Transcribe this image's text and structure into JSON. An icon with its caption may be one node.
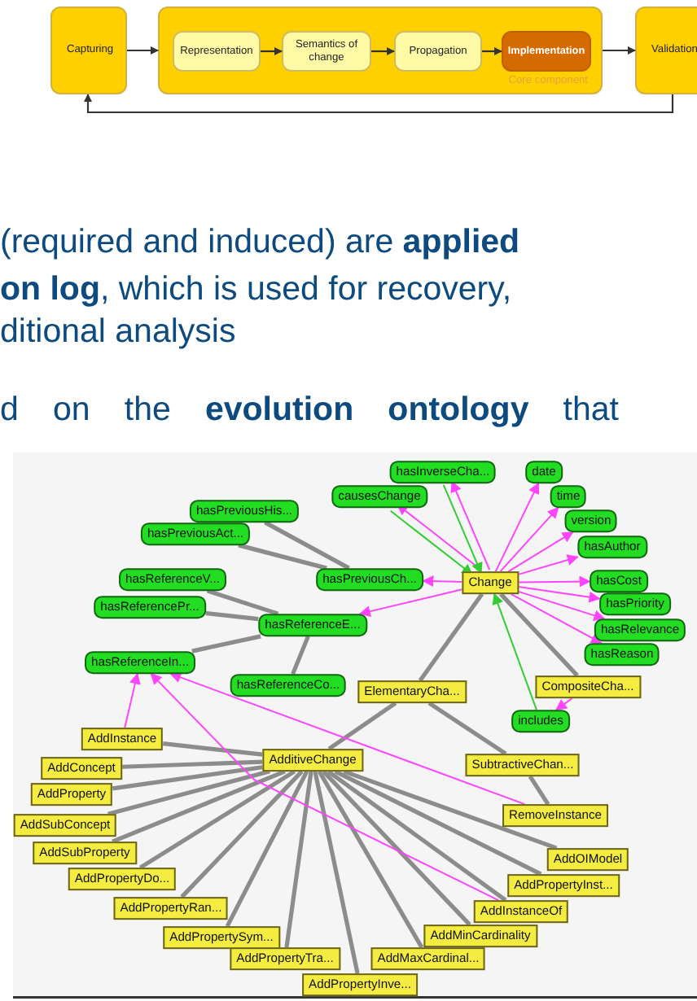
{
  "diagram": {
    "nodes": [
      {
        "text": [
          "Capturing"
        ]
      },
      {
        "text": [
          "Core component"
        ]
      },
      {
        "text": [
          "Representation"
        ],
        "in": 1
      },
      {
        "text": [
          "Semantics of change"
        ],
        "in": 1
      },
      {
        "text": [
          "Propagation"
        ],
        "in": 1
      },
      {
        "text": [
          "Implementation"
        ],
        "in": 1
      },
      {
        "text": [
          "Validation"
        ]
      },
      {
        "text": [
          "hasInverseCha..."
        ]
      },
      {
        "text": [
          "date"
        ]
      },
      {
        "text": [
          "causesChange"
        ]
      },
      {
        "text": [
          "time"
        ]
      },
      {
        "text": [
          "hasPreviousHis..."
        ]
      },
      {
        "text": [
          "version"
        ]
      },
      {
        "text": [
          "hasPreviousAct..."
        ]
      },
      {
        "text": [
          "hasAuthor"
        ]
      },
      {
        "text": [
          "hasReferenceV..."
        ]
      },
      {
        "text": [
          "hasPreviousCh..."
        ]
      },
      {
        "text": [
          "Change"
        ]
      },
      {
        "text": [
          "hasCost"
        ]
      },
      {
        "text": [
          "hasReferencePr..."
        ]
      },
      {
        "text": [
          "hasPriority"
        ]
      },
      {
        "text": [
          "hasReferenceE..."
        ]
      },
      {
        "text": [
          "hasRelevance"
        ]
      },
      {
        "text": [
          "hasReason"
        ]
      },
      {
        "text": [
          "hasReferenceIn..."
        ]
      },
      {
        "text": [
          "hasReferenceCo..."
        ]
      },
      {
        "text": [
          "CompositeCha..."
        ]
      },
      {
        "text": [
          "ElementaryCha..."
        ]
      },
      {
        "text": [
          "includes"
        ]
      },
      {
        "text": [
          "AddInstance"
        ]
      },
      {
        "text": [
          "AdditiveChange"
        ]
      },
      {
        "text": [
          "SubtractiveChan..."
        ]
      },
      {
        "text": [
          "AddConcept"
        ]
      },
      {
        "text": [
          "AddProperty"
        ]
      },
      {
        "text": [
          "RemoveInstance"
        ]
      },
      {
        "text": [
          "AddSubConcept"
        ]
      },
      {
        "text": [
          "AddSubProperty"
        ]
      },
      {
        "text": [
          "AddOIModel"
        ]
      },
      {
        "text": [
          "AddPropertyDo..."
        ]
      },
      {
        "text": [
          "AddPropertyInst..."
        ]
      },
      {
        "text": [
          "AddPropertyRan..."
        ]
      },
      {
        "text": [
          "AddInstanceOf"
        ]
      },
      {
        "text": [
          "AddMinCardinality"
        ]
      },
      {
        "text": [
          "AddPropertySym..."
        ]
      },
      {
        "text": [
          "AddPropertyTra..."
        ]
      },
      {
        "text": [
          "AddMaxCardinal..."
        ]
      },
      {
        "text": [
          "AddPropertyInve..."
        ]
      }
    ],
    "edges": [
      {
        "from": 0,
        "to": 1,
        "arrow": "to",
        "color": "#333333"
      },
      {
        "from": 2,
        "to": 3,
        "arrow": "to",
        "color": "#333333"
      },
      {
        "from": 3,
        "to": 4,
        "arrow": "to",
        "color": "#333333"
      },
      {
        "from": 4,
        "to": 5,
        "arrow": "to",
        "color": "#333333"
      },
      {
        "from": 1,
        "to": 6,
        "arrow": "to",
        "color": "#333333"
      },
      {
        "from": 6,
        "to": 0,
        "arrow": "to",
        "color": "#333333"
      },
      {
        "from": 11,
        "to": 16,
        "arrow": "none"
      },
      {
        "from": 13,
        "to": 16,
        "arrow": "none"
      },
      {
        "from": 15,
        "to": 21,
        "arrow": "none"
      },
      {
        "from": 19,
        "to": 21,
        "arrow": "none"
      },
      {
        "from": 24,
        "to": 21,
        "arrow": "none"
      },
      {
        "from": 25,
        "to": 21,
        "arrow": "none"
      },
      {
        "from": 17,
        "to": 27,
        "arrow": "none"
      },
      {
        "from": 17,
        "to": 26,
        "arrow": "none"
      },
      {
        "from": 27,
        "to": 30,
        "arrow": "none"
      },
      {
        "from": 27,
        "to": 31,
        "arrow": "none"
      },
      {
        "from": 31,
        "to": 34,
        "arrow": "none"
      },
      {
        "from": 30,
        "to": 29,
        "arrow": "none"
      },
      {
        "from": 30,
        "to": 32,
        "arrow": "none"
      },
      {
        "from": 30,
        "to": 33,
        "arrow": "none"
      },
      {
        "from": 30,
        "to": 35,
        "arrow": "none"
      },
      {
        "from": 30,
        "to": 36,
        "arrow": "none"
      },
      {
        "from": 30,
        "to": 38,
        "arrow": "none"
      },
      {
        "from": 30,
        "to": 40,
        "arrow": "none"
      },
      {
        "from": 30,
        "to": 43,
        "arrow": "none"
      },
      {
        "from": 30,
        "to": 44,
        "arrow": "none"
      },
      {
        "from": 30,
        "to": 46,
        "arrow": "none"
      },
      {
        "from": 30,
        "to": 45,
        "arrow": "none"
      },
      {
        "from": 30,
        "to": 42,
        "arrow": "none"
      },
      {
        "from": 30,
        "to": 41,
        "arrow": "none"
      },
      {
        "from": 30,
        "to": 39,
        "arrow": "none"
      },
      {
        "from": 30,
        "to": 37,
        "arrow": "none"
      },
      {
        "from": 17,
        "to": 8,
        "arrow": "to",
        "color": "#ff44ff"
      },
      {
        "from": 17,
        "to": 10,
        "arrow": "to",
        "color": "#ff44ff"
      },
      {
        "from": 17,
        "to": 12,
        "arrow": "to",
        "color": "#ff44ff"
      },
      {
        "from": 17,
        "to": 14,
        "arrow": "to",
        "color": "#ff44ff"
      },
      {
        "from": 17,
        "to": 18,
        "arrow": "to",
        "color": "#ff44ff"
      },
      {
        "from": 17,
        "to": 20,
        "arrow": "to",
        "color": "#ff44ff"
      },
      {
        "from": 17,
        "to": 22,
        "arrow": "to",
        "color": "#ff44ff"
      },
      {
        "from": 17,
        "to": 23,
        "arrow": "to",
        "color": "#ff44ff"
      },
      {
        "from": 17,
        "to": 16,
        "arrow": "to",
        "color": "#ff44ff"
      },
      {
        "from": 17,
        "to": 21,
        "arrow": "to",
        "color": "#ff44ff"
      },
      {
        "from": 17,
        "to": 9,
        "arrow": "to",
        "color": "#ff44ff"
      },
      {
        "from": 17,
        "to": 7,
        "arrow": "to",
        "color": "#ff44ff"
      },
      {
        "from": 26,
        "to": 28,
        "arrow": "to",
        "color": "#ff44ff"
      },
      {
        "from": 29,
        "to": 24,
        "arrow": "to",
        "color": "#ff44ff"
      },
      {
        "from": 34,
        "to": 24,
        "arrow": "to",
        "color": "#ff44ff"
      },
      {
        "from": 41,
        "to": 24,
        "arrow": "to",
        "color": "#ff44ff"
      },
      {
        "from": 9,
        "to": 17,
        "arrow": "to",
        "color": "#33cc33"
      },
      {
        "from": 7,
        "to": 17,
        "arrow": "to",
        "color": "#33cc33"
      },
      {
        "from": 28,
        "to": 17,
        "arrow": "to",
        "color": "#33cc33"
      }
    ],
    "labels": [
      "(required and induced) are **applied**",
      "**on log**, which is used for recovery,",
      "ditional analysis",
      "d on the **evolution ontology** that"
    ]
  }
}
